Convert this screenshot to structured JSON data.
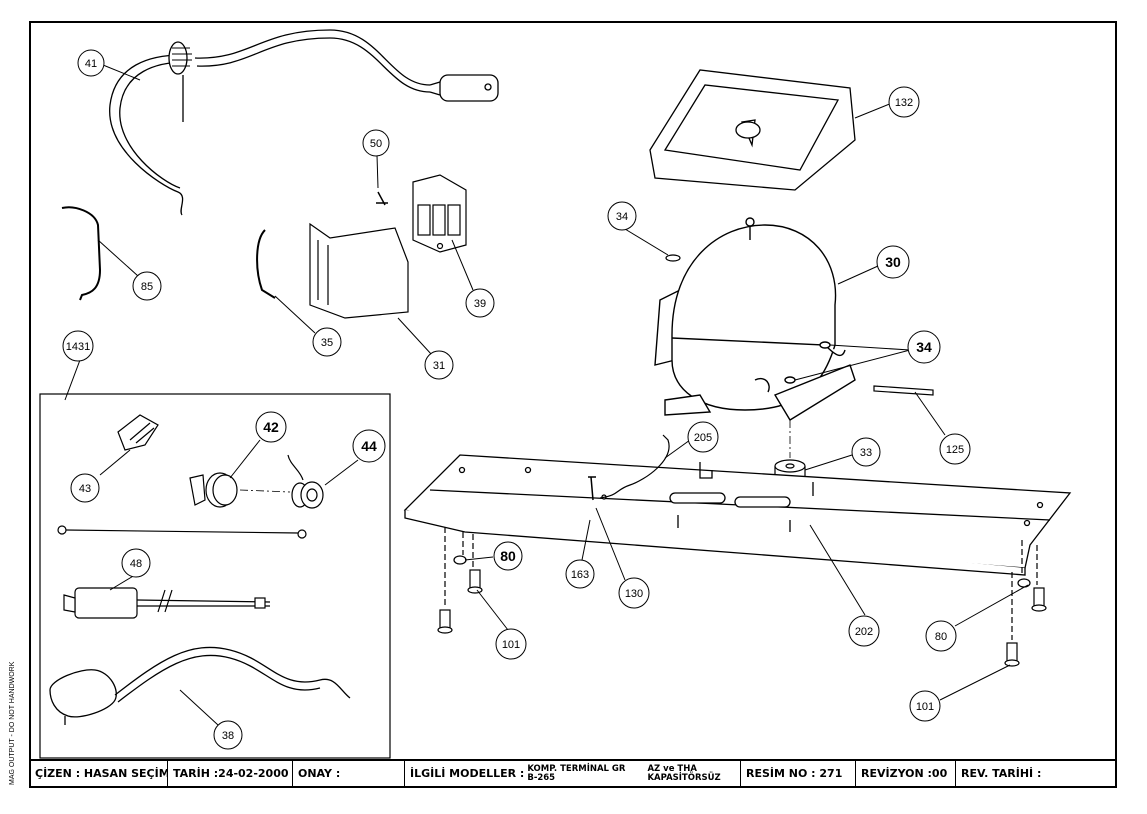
{
  "drawing": {
    "callouts": [
      "41",
      "50",
      "132",
      "34",
      "30",
      "85",
      "39",
      "35",
      "31",
      "34",
      "1431",
      "125",
      "42",
      "44",
      "205",
      "43",
      "33",
      "48",
      "80",
      "163",
      "130",
      "202",
      "80",
      "101",
      "101",
      "38"
    ],
    "side_note": "MAG OUTPUT - DO NOT HANDWORK"
  },
  "title_block": {
    "drawn_by": "ÇİZEN : HASAN SEÇİM",
    "date": "TARİH :24-02-2000",
    "approval": "ONAY :",
    "models_label": "İLGİLİ MODELLER :",
    "models_line1": "KOMP. TERMİNAL GR",
    "models_line2": "B-265",
    "note_line1": "AZ ve THA",
    "note_line2": "KAPASİTÖRSÜZ",
    "drawing_no": "RESİM NO :  271",
    "revision": "REVİZYON :00",
    "revision_date": "REV. TARİHİ :"
  }
}
